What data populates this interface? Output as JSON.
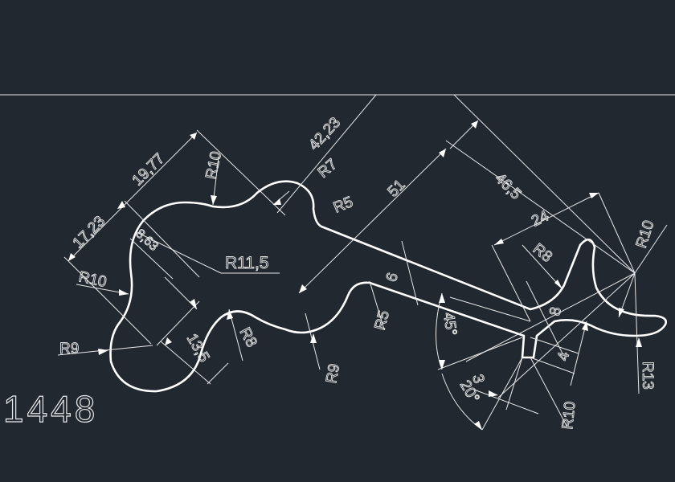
{
  "drawing": {
    "id_label": "1448",
    "background": "#212830",
    "line_color": "#ffffff",
    "dimensions": {
      "d_42_23": "42,23",
      "d_19_77": "19,77",
      "d_17_23": "17,23",
      "r10_top": "R10",
      "r7": "R7",
      "r5_top": "R5",
      "d_51": "51",
      "d_46_5": "46,5",
      "d_24": "24",
      "r10_right": "R10",
      "r8_right": "R8",
      "r11_5": "R11,5",
      "d_8_63": "8,63",
      "r10_left": "R10",
      "r9_left": "R9",
      "d_13_5": "13,5",
      "r8_bottom": "R8",
      "r9_bottom": "R9",
      "d_6": "6",
      "r5_bottom": "R5",
      "a_45": "45°",
      "d_3": "3",
      "a_20": "20°",
      "d_8": "8",
      "d_4": "4",
      "r10_bottom": "R10",
      "r13": "R13"
    }
  }
}
